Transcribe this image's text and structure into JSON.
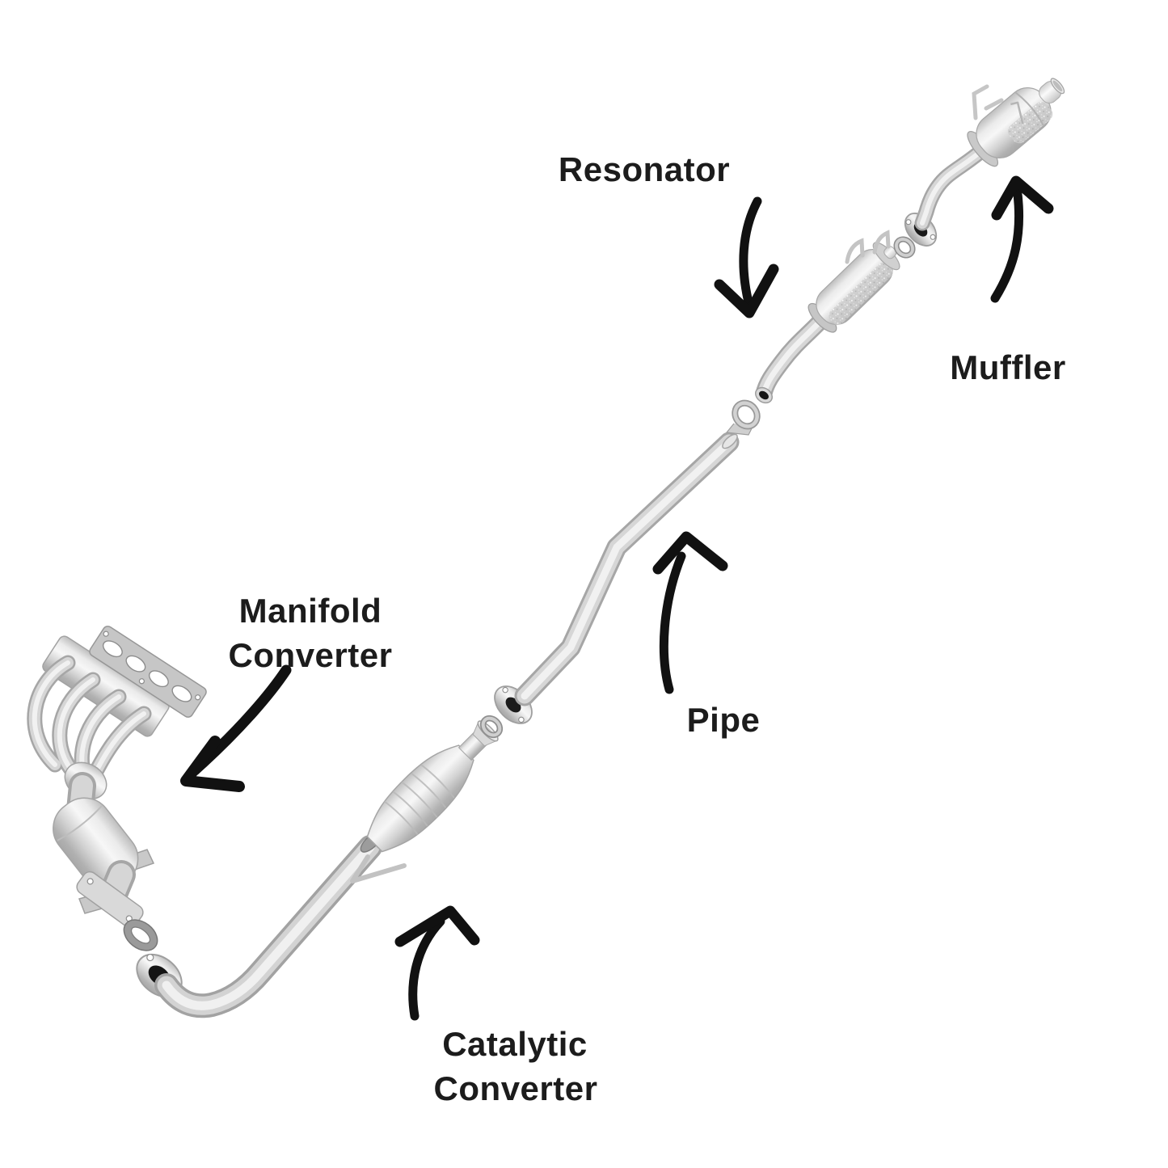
{
  "diagram": {
    "title": "Exploded car exhaust system parts diagram",
    "background_color": "#ffffff",
    "label_text_color": "#1c1c1c",
    "arrow_color": "#111111",
    "metal_color": "#d6d6d6",
    "labels": {
      "resonator": "Resonator",
      "muffler": "Muffler",
      "manifold_line1": "Manifold",
      "manifold_line2": "Converter",
      "pipe": "Pipe",
      "catalytic_line1": "Catalytic",
      "catalytic_line2": "Converter"
    },
    "parts": [
      "manifold-gasket-plate",
      "manifold-converter",
      "donut-gasket",
      "front-flange",
      "catalytic-converter-pipe",
      "catalytic-converter-body",
      "ring-gasket-front",
      "intermediate-pipe-flange",
      "intermediate-pipe",
      "band-clamp",
      "resonator",
      "ring-gasket-rear",
      "muffler-flange",
      "muffler"
    ]
  }
}
